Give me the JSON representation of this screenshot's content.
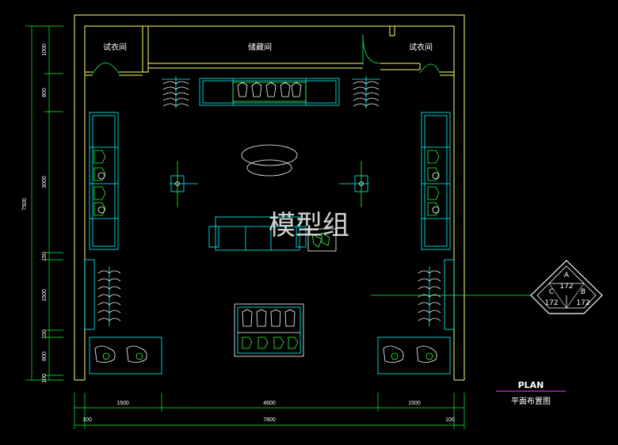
{
  "plan": {
    "rooms": {
      "fitting_left": "试衣间",
      "storage": "储藏间",
      "fitting_right": "试衣间"
    },
    "watermark": "模型组",
    "title": "PLAN",
    "subtitle": "平面布置图"
  },
  "dimensions": {
    "vertical_total": "7500",
    "vertical": [
      "1000",
      "800",
      "3000",
      "150",
      "1500",
      "150",
      "800",
      "100"
    ],
    "horizontal_inner": [
      "1500",
      "4600",
      "1500"
    ],
    "horizontal_outer": [
      "100",
      "7800",
      "100"
    ]
  },
  "legend": {
    "top": "A",
    "center": "172",
    "left_letter": "C",
    "left_value": "172",
    "right_letter": "B",
    "right_value": "172"
  },
  "colors": {
    "background": "#000000",
    "wall": "#ffff66",
    "dimension": "#00ff33",
    "furniture": "#00ffff",
    "detail": "#33ff33",
    "text": "#ffffff",
    "title_underline": "#cc33cc"
  }
}
